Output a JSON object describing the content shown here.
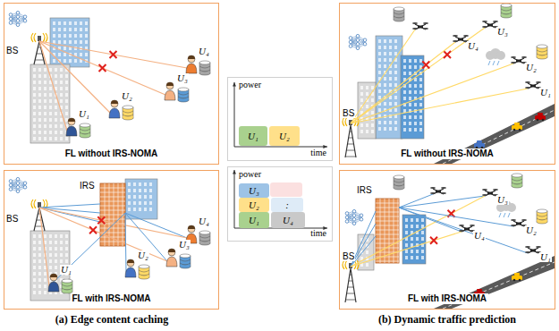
{
  "diagram": {
    "nodes": [
      {
        "text": [
          "FL without IRS-NOMA"
        ]
      },
      {
        "text": [
          "power",
          "time"
        ]
      },
      {
        "text": [
          "U₁"
        ],
        "in": 1
      },
      {
        "text": [
          "U₂"
        ],
        "in": 1
      },
      {
        "text": [
          "FL without IRS-NOMA"
        ]
      },
      {
        "text": [
          "FL with IRS-NOMA"
        ]
      },
      {
        "text": [
          "power",
          "time"
        ]
      },
      {
        "text": [
          "U₃"
        ],
        "in": 6
      },
      {
        "text": [
          "U₂"
        ],
        "in": 6
      },
      {
        "text": [
          "U₁"
        ],
        "in": 6
      },
      {
        "text": [
          ":"
        ],
        "in": 6
      },
      {
        "text": [
          "U₄"
        ],
        "in": 6
      },
      {
        "text": [
          "FL with IRS-NOMA"
        ]
      }
    ],
    "labels": [
      "BS",
      "U₄",
      "U₃",
      "U₂",
      "U₁",
      "IRS",
      "BS",
      "U₄",
      "U₃",
      "U₂",
      "U₁",
      "BS",
      "U₃",
      "U₄",
      "U₂",
      "U₁",
      "IRS",
      "BS",
      "U₃",
      "U₄",
      "U₂",
      "U₁",
      "(a) Edge content caching",
      "(b) Dynamic traffic prediction"
    ]
  }
}
